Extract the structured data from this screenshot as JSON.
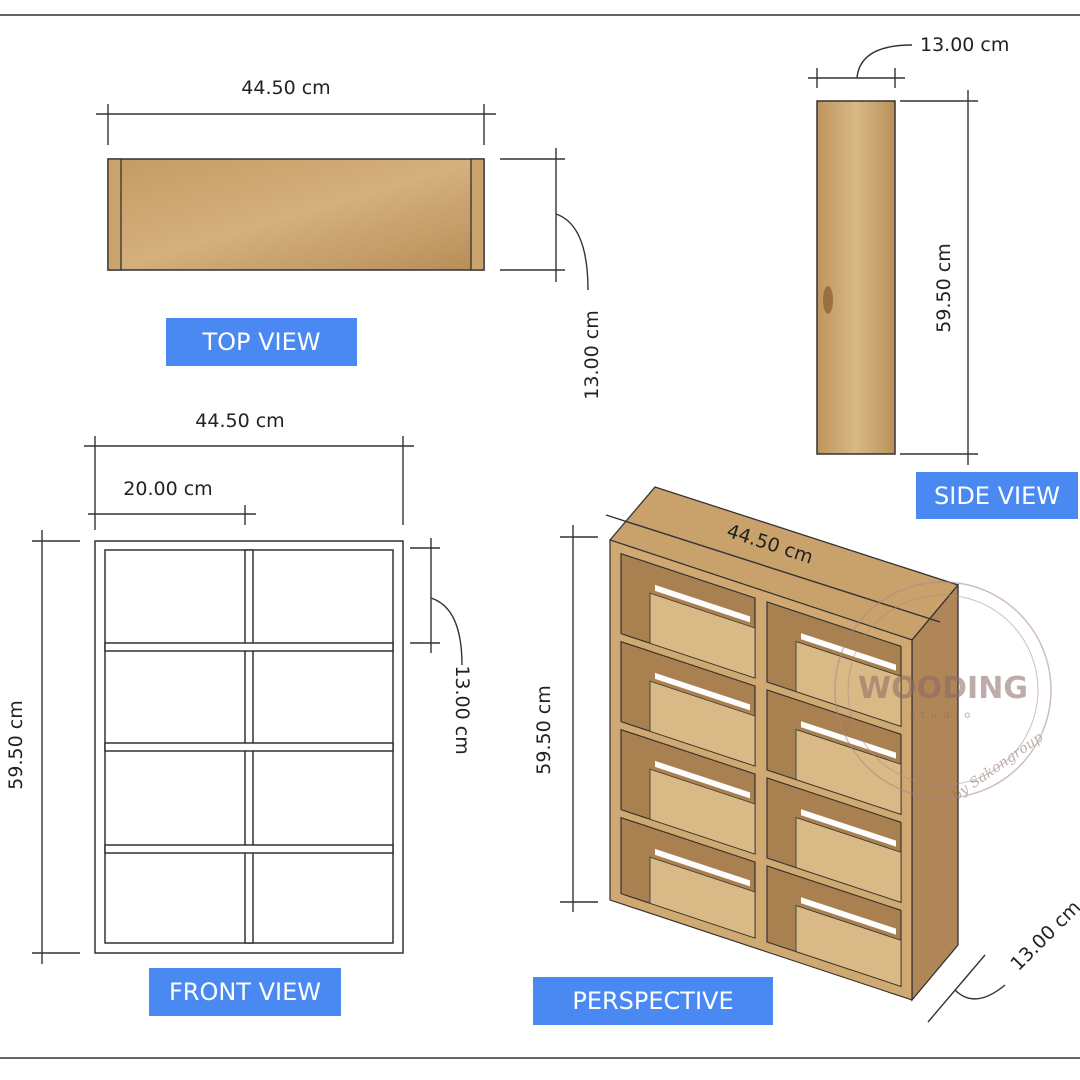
{
  "views": {
    "top": {
      "label": "TOP VIEW",
      "width_dim": "44.50 cm",
      "depth_dim": "13.00 cm"
    },
    "side": {
      "label": "SIDE VIEW",
      "depth_dim": "13.00 cm",
      "height_dim": "59.50 cm"
    },
    "front": {
      "label": "FRONT VIEW",
      "width_dim": "44.50 cm",
      "cell_width_dim": "20.00 cm",
      "height_dim": "59.50 cm",
      "cell_height_dim": "13.00 cm"
    },
    "perspective": {
      "label": "PERSPECTIVE",
      "width_dim": "44.50 cm",
      "height_dim": "59.50 cm",
      "depth_dim": "13.00 cm"
    }
  },
  "watermark": {
    "brand": "WOODING",
    "sub": "studio",
    "by": "by Sakongroup"
  },
  "colors": {
    "accent": "#4a88f2",
    "wood": "#c9a16c",
    "wood_dark": "#a67c4a"
  }
}
